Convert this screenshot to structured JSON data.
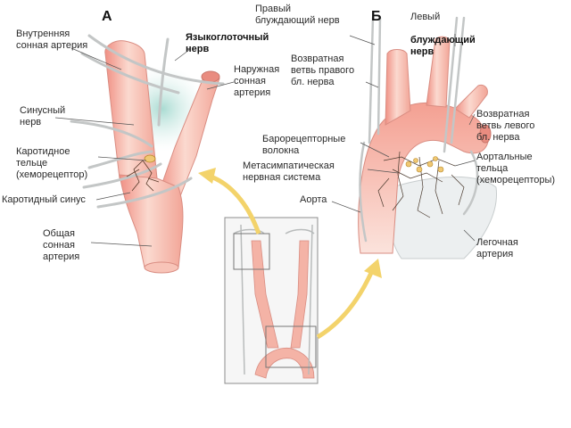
{
  "panels": {
    "a": "А",
    "b": "Б"
  },
  "labels_a": {
    "internal_carotid": "Внутренняя\nсонная артерия",
    "glossopharyngeal": "Языкоглоточный\nнерв",
    "external_carotid": "Наружная\nсонная\nартерия",
    "sinus_nerve": "Синусный\nнерв",
    "carotid_body": "Каротидное\nтельце\n(хеморецептор)",
    "carotid_sinus": "Каротидный синус",
    "common_carotid": "Общая\nсонная\nартерия"
  },
  "labels_b": {
    "right_vagus": "Правый\nблуждающий нерв",
    "left_vagus_prefix": "Левый",
    "left_vagus_bold": "блуждающий\nнерв",
    "right_recurrent": "Возвратная\nветвь правого\nбл. нерва",
    "left_recurrent": "Возвратная\nветвь левого\nбл. нерва",
    "baroreceptor": "Барорецепторные\nволокна",
    "metasympathetic": "Метасимпатическая\nнервная система",
    "aortic_bodies": "Аортальные\nтельца\n(хеморецепторы)",
    "aorta": "Аорта",
    "pulmonary": "Легочная\nартерия"
  },
  "colors": {
    "artery": "#f3a79a",
    "artery_light": "#fbe0d8",
    "artery_edge": "#d98d82",
    "nerve": "#c9cbcb",
    "pulmonary": "#e8ecec",
    "bluegreen": "#bfe3dc",
    "arrow": "#f3d36b"
  }
}
